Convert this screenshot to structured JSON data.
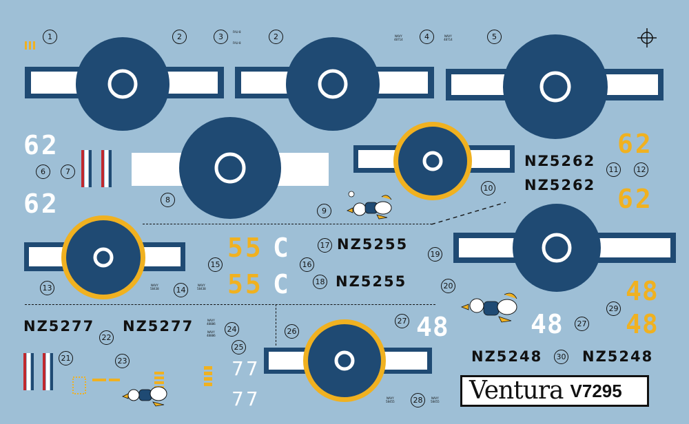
{
  "colors": {
    "background": "#9ebfd6",
    "insignia_blue": "#1f4a73",
    "white": "#ffffff",
    "yellow": "#f0b120",
    "red": "#c0282e",
    "black": "#111111"
  },
  "decal_numbers": [
    "1",
    "2",
    "3",
    "2",
    "4",
    "5",
    "6",
    "7",
    "8",
    "9",
    "10",
    "11",
    "12",
    "13",
    "14",
    "15",
    "16",
    "17",
    "18",
    "19",
    "20",
    "21",
    "22",
    "23",
    "24",
    "25",
    "26",
    "27",
    "27",
    "28",
    "29",
    "30"
  ],
  "serials": {
    "nz5262_a": "NZ5262",
    "nz5262_b": "NZ5262",
    "nz5255_a": "NZ5255",
    "nz5255_b": "NZ5255",
    "nz5277_a": "NZ5277",
    "nz5277_b": "NZ5277",
    "nz5248_a": "NZ5248",
    "nz5248_b": "NZ5248"
  },
  "codes": {
    "white_62_a": "62",
    "white_62_b": "62",
    "yellow_62_a": "62",
    "yellow_62_b": "62",
    "yellow_55_a": "55",
    "yellow_55_b": "55",
    "white_c_a": "C",
    "white_c_b": "C",
    "white_48_a": "48",
    "white_48_b": "48",
    "yellow_48_a": "48",
    "yellow_48_b": "48",
    "white_77_a": "77",
    "white_77_b": "77"
  },
  "small_print": {
    "navy_48714_a": "NAVY\n48714",
    "navy_48714_b": "NAVY\n48714",
    "fau_a": "FAU-8",
    "fau_b": "FAU-8",
    "navy_58438_a": "NAVY\n58438",
    "navy_58438_b": "NAVY\n58438",
    "navy_48886_a": "NAVY\n48886",
    "navy_48886_b": "NAVY\n48886",
    "navy_58455_a": "NAVY\n58455",
    "navy_58455_b": "NAVY\n58455"
  },
  "title": {
    "script": "Ventura",
    "code": "V7295"
  }
}
